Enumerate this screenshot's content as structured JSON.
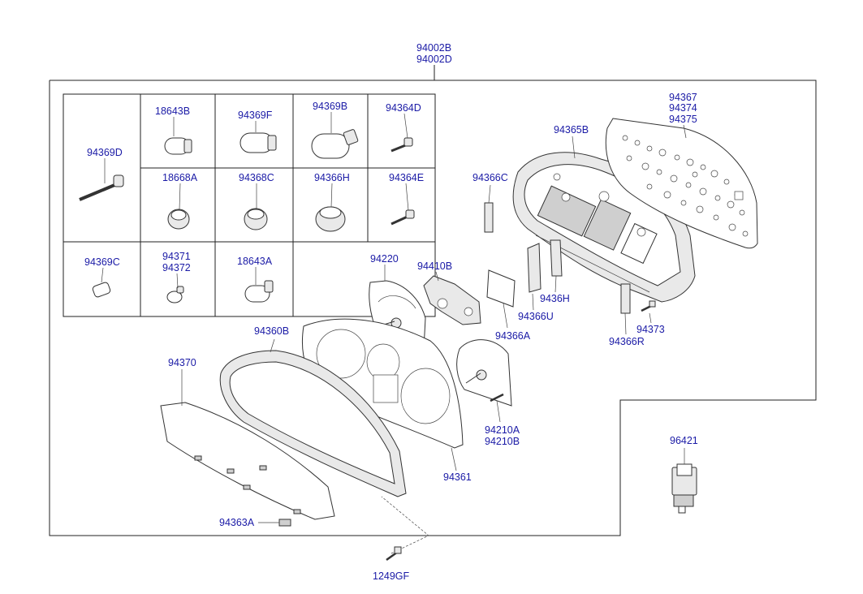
{
  "labels": {
    "l94002B": "94002B",
    "l94002D": "94002D",
    "l18643B": "18643B",
    "l94369F": "94369F",
    "l94369B": "94369B",
    "l94364D": "94364D",
    "l94369D": "94369D",
    "l18668A": "18668A",
    "l94368C": "94368C",
    "l94366H": "94366H",
    "l94364E": "94364E",
    "l94369C": "94369C",
    "l94371": "94371",
    "l94372": "94372",
    "l18643A": "18643A",
    "l94365B": "94365B",
    "l94367": "94367",
    "l94374": "94374",
    "l94375": "94375",
    "l94366C": "94366C",
    "l94220": "94220",
    "l94410B": "94410B",
    "l9436H": "9436H",
    "l94366U": "94366U",
    "l94366A": "94366A",
    "l94373": "94373",
    "l94366R": "94366R",
    "l94360B": "94360B",
    "l94370": "94370",
    "l94210A": "94210A",
    "l94210B": "94210B",
    "l94361": "94361",
    "l96421": "96421",
    "l94363A": "94363A",
    "l1249GF": "1249GF"
  }
}
